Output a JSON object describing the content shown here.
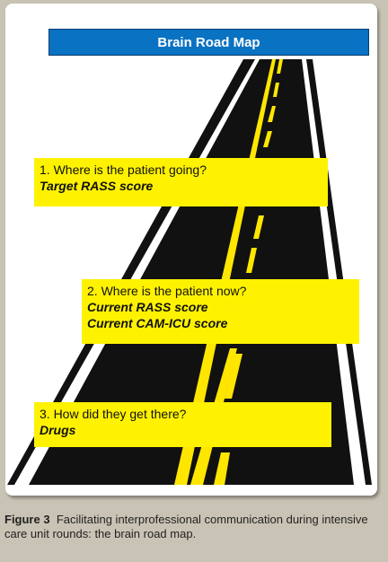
{
  "diagram": {
    "title": "Brain Road Map",
    "callouts": [
      {
        "question": "1. Where is the patient going?",
        "lines": [
          "Target RASS score"
        ]
      },
      {
        "question": "2. Where is the patient now?",
        "lines": [
          "Current RASS score",
          "Current CAM-ICU score"
        ]
      },
      {
        "question": "3. How did they get there?",
        "lines": [
          "Drugs"
        ]
      }
    ]
  },
  "caption": {
    "figure_label": "Figure 3",
    "text": "Facilitating interprofessional communication during intensive care unit rounds: the brain road map."
  },
  "colors": {
    "title_bar": "#0a72c2",
    "callout": "#fff200",
    "road": "#111111",
    "center_line": "#ffe600",
    "edge_line": "#ffffff",
    "background": "#c9c3b5"
  }
}
